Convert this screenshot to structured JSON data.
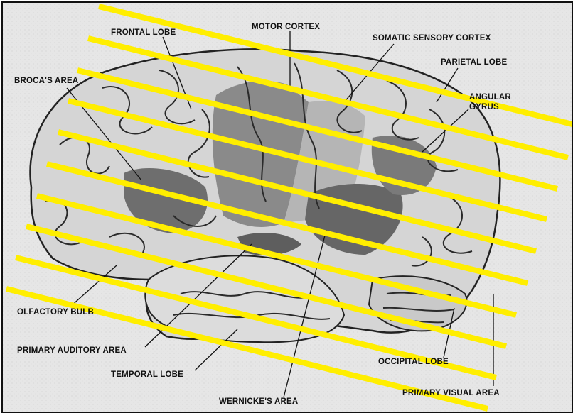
{
  "labels": {
    "frontal_lobe": "FRONTAL LOBE",
    "motor_cortex": "MOTOR CORTEX",
    "somatic_sensory_cortex": "SOMATIC SENSORY CORTEX",
    "parietal_lobe": "PARIETAL LOBE",
    "brocas_area": "BROCA'S AREA",
    "angular_gyrus": "ANGULAR GYRUS",
    "olfactory_bulb": "OLFACTORY BULB",
    "primary_auditory_area": "PRIMARY AUDITORY AREA",
    "temporal_lobe": "TEMPORAL LOBE",
    "occipital_lobe": "OCCIPITAL LOBE",
    "primary_visual_area": "PRIMARY VISUAL AREA",
    "wernickes_area": "WERNICKE'S AREA"
  },
  "colors": {
    "highlight_stripes": "#ffee00",
    "brain_light": "#d9d9d9",
    "brain_dark": "#6e6e6e",
    "ink": "#111111"
  }
}
